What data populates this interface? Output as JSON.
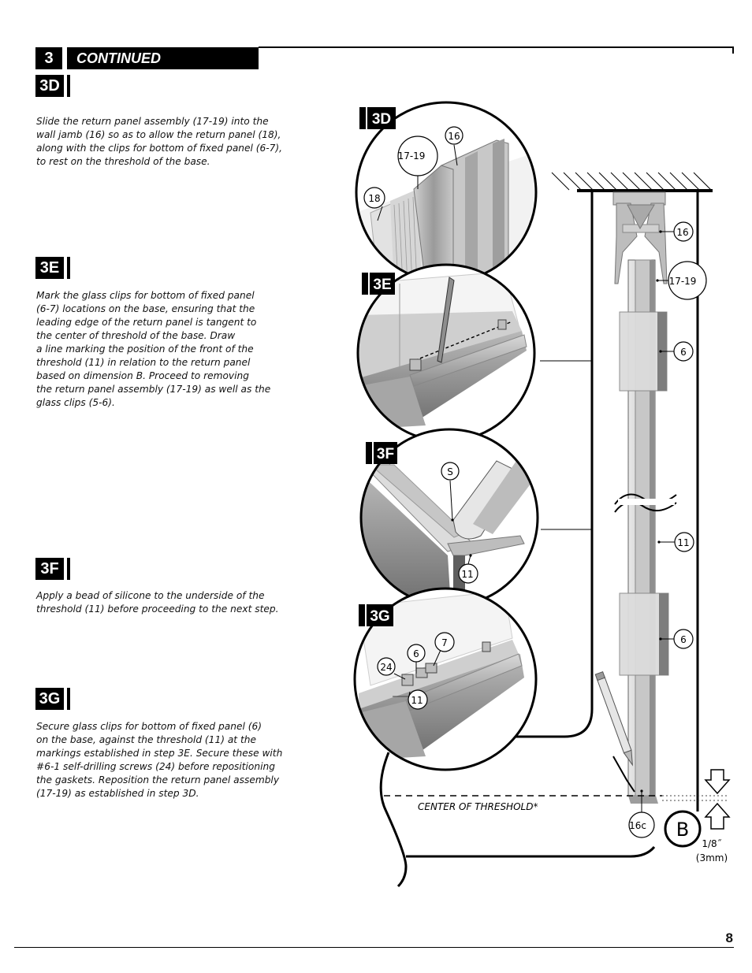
{
  "header": {
    "step_number": "3",
    "step_title": "CONTINUED"
  },
  "steps": [
    {
      "id": "3D",
      "text": [
        "Slide  the  return  panel  assembly  (17-19)  into  the",
        "wall jamb (16) so as to allow the return panel (18),",
        "along with the clips for bottom of fixed panel (6-7),",
        "to rest on the threshold  of the base."
      ]
    },
    {
      "id": "3E",
      "text": [
        "Mark  the  glass  clips  for  bottom  of  fixed     panel",
        "(6-7)  locations   on  the  base,  ensuring  that  the",
        "leading  edge  of  the  return  panel  is  tangent  to",
        "the             center of threshold of the base. Draw",
        "a line     marking the    position of the front of the",
        "threshold (11) in          relation to the return panel",
        "based on dimension B.        Proceed to removing",
        "the return panel assembly (17-19) as well as the",
        "glass clips (5-6)."
      ]
    },
    {
      "id": "3F",
      "text": [
        "Apply  a  bead  of  silicone  to  the  underside  of  the",
        "threshold (11) before proceeding to the next step."
      ]
    },
    {
      "id": "3G",
      "text": [
        "Secure  glass  clips  for  bottom  of  fixed  panel  (6)",
        "on   the   base,   against   the   threshold   (11)   at   the",
        "markings established in step 3E. Secure these with",
        "#6-1 self-drilling screws  (24) before repositioning",
        "the gaskets. Reposition the return panel assembly",
        "(17-19) as established in step 3D."
      ]
    }
  ],
  "figure": {
    "detail_tags": [
      "3D",
      "3E",
      "3F",
      "3G"
    ],
    "callouts": {
      "d_16": "16",
      "d_17_19": "17-19",
      "d_18": "18",
      "f_s": "S",
      "f_11": "11",
      "g_7": "7",
      "g_6": "6",
      "g_24": "24",
      "g_11": "11",
      "r_16": "16",
      "r_17_19": "17-19",
      "r_6_top": "6",
      "r_11": "11",
      "r_6_bottom": "6",
      "r_16c": "16c",
      "b": "B"
    },
    "threshold_label": "CENTER OF THRESHOLD*",
    "dimension": {
      "inch": "1/8˝",
      "mm": "(3mm)"
    }
  },
  "page_number": "8"
}
